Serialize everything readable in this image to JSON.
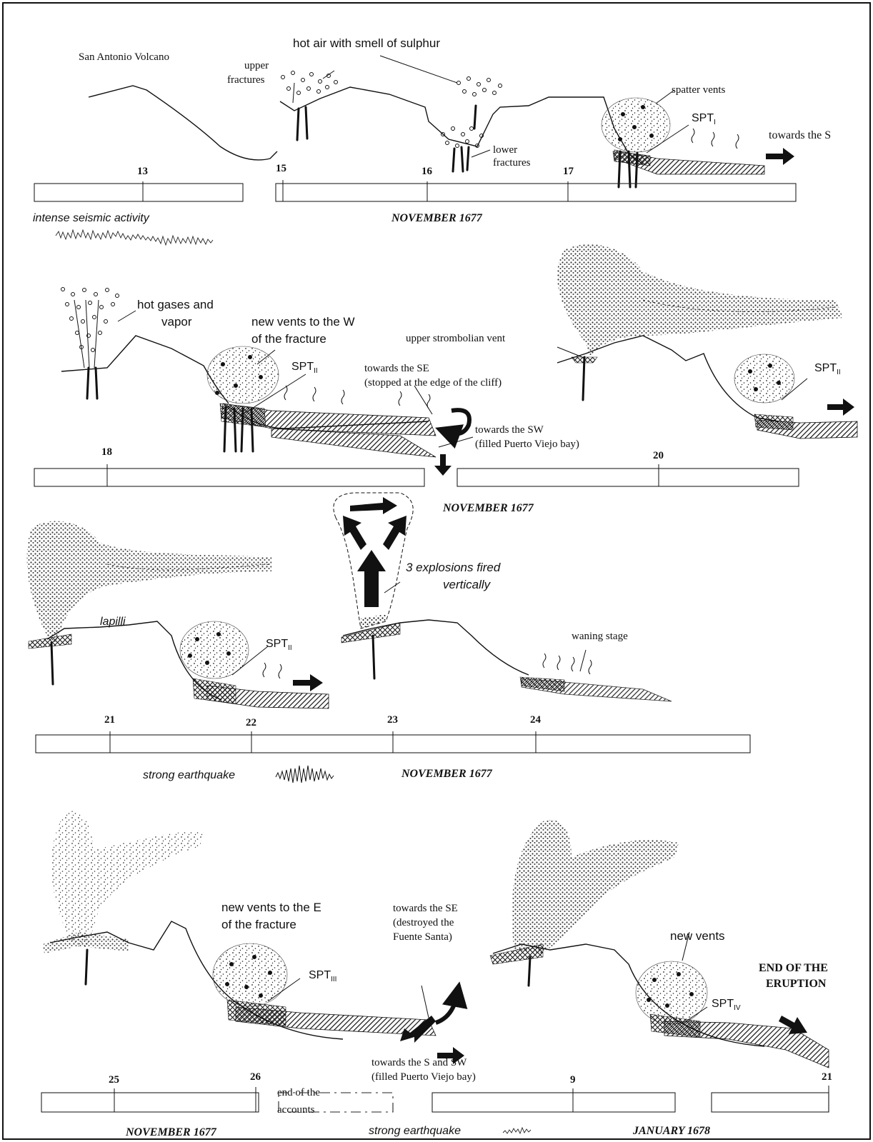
{
  "panel1": {
    "volcano_label": "San Antonio Volcano",
    "hot_air": "hot air with smell of sulphur",
    "upper_fractures_1": "upper",
    "upper_fractures_2": "fractures",
    "lower_fractures_1": "lower",
    "lower_fractures_2": "fractures",
    "spatter_vents": "spatter vents",
    "spt_base": "SPT",
    "spt_sub": "I",
    "towards": "towards the S",
    "days": [
      "13",
      "15",
      "16",
      "17"
    ],
    "seismic": "intense seismic activity",
    "month": "NOVEMBER 1677"
  },
  "panel2": {
    "hot_gases_1": "hot gases and",
    "hot_gases_2": "vapor",
    "new_vents_1": "new vents to the W",
    "new_vents_2": "of the fracture",
    "spt_a_base": "SPT",
    "spt_a_sub": "II",
    "towards_se_1": "towards the SE",
    "towards_se_2": "(stopped at the edge of the cliff)",
    "towards_sw_1": "towards the SW",
    "towards_sw_2": "(filled Puerto Viejo bay)",
    "upper_vent": "upper strombolian vent",
    "spt_b_base": "SPT",
    "spt_b_sub": "II",
    "days": [
      "18",
      "20"
    ],
    "month": "NOVEMBER 1677"
  },
  "panel3": {
    "lapilli": "lapilli",
    "spt_base": "SPT",
    "spt_sub": "II",
    "explosions_1": "3 explosions fired",
    "explosions_2": "vertically",
    "waning": "waning stage",
    "days": [
      "21",
      "22",
      "23",
      "24"
    ],
    "earthquake": "strong earthquake",
    "month": "NOVEMBER 1677"
  },
  "panel4": {
    "new_vents_e_1": "new vents to the E",
    "new_vents_e_2": "of the fracture",
    "spt_a_base": "SPT",
    "spt_a_sub": "III",
    "towards_se_1": "towards the SE",
    "towards_se_2": "(destroyed the",
    "towards_se_3": "Fuente Santa)",
    "towards_s_1": "towards the S and SW",
    "towards_s_2": "(filled Puerto Viejo bay)",
    "new_vents": "new vents",
    "spt_b_base": "SPT",
    "spt_b_sub": "IV",
    "end_1": "END OF THE",
    "end_2": "ERUPTION",
    "days": [
      "25",
      "26",
      "9",
      "21"
    ],
    "end_accounts_1": "end of the",
    "end_accounts_2": "accounts",
    "earthquake": "strong earthquake",
    "month_a": "NOVEMBER 1677",
    "month_b": "JANUARY 1678"
  }
}
